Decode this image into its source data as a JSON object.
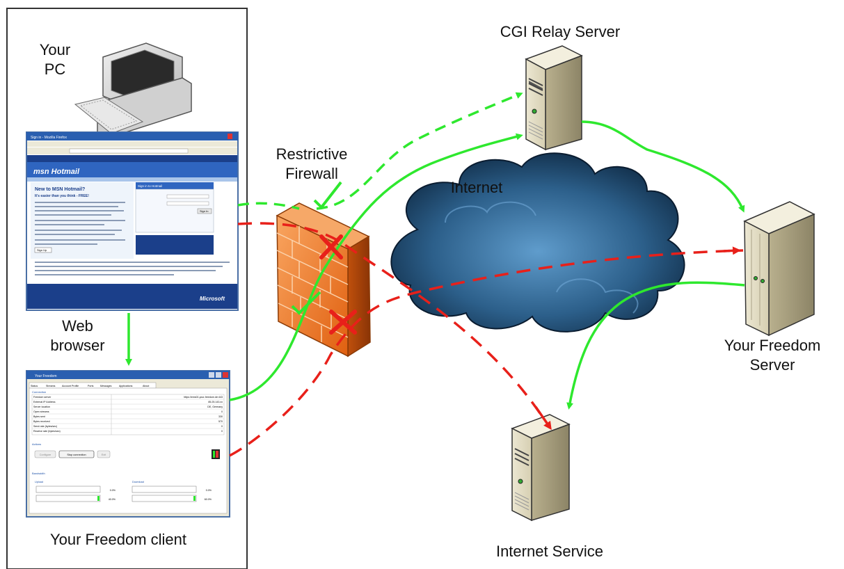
{
  "labels": {
    "your_pc_line1": "Your",
    "your_pc_line2": "PC",
    "web_browser_line1": "Web",
    "web_browser_line2": "browser",
    "client": "Your Freedom client",
    "firewall_line1": "Restrictive",
    "firewall_line2": "Firewall",
    "cgi_relay": "CGI Relay Server",
    "internet": "Internet",
    "yf_server_line1": "Your Freedom",
    "yf_server_line2": "Server",
    "internet_service": "Internet Service"
  },
  "browser_window": {
    "title": "Sign in - Mozilla Firefox",
    "brand": "msn Hotmail",
    "heading": "New to MSN Hotmail?",
    "subheading": "It's easier than you think - FREE!",
    "signin_header": "Sign in to Hotmail",
    "signin_button": "Sign In",
    "signup_button": "Sign Up",
    "footer_brand": "Microsoft"
  },
  "client_window": {
    "title": "Your Freedom",
    "tabs": [
      "Status",
      "Streams",
      "Account Profile",
      "Ports",
      "Messages",
      "Applications",
      "About"
    ],
    "section_connection": "Connection",
    "rows": [
      {
        "key": "Freedom server",
        "value": "https://ems01.your-freedom.de:443"
      },
      {
        "key": "External IP Address",
        "value": "85.25.143.xx"
      },
      {
        "key": "Server location",
        "value": "DE, Germany"
      },
      {
        "key": "Open streams",
        "value": "0"
      },
      {
        "key": "Bytes sent",
        "value": "330"
      },
      {
        "key": "Bytes received",
        "value": "570"
      },
      {
        "key": "Send rate (bytes/sec)",
        "value": "0"
      },
      {
        "key": "Receive rate (bytes/sec)",
        "value": "0"
      }
    ],
    "section_actions": "Actions",
    "btn_configure": "Configure",
    "btn_stop": "Stop connection",
    "btn_exit": "Exit",
    "section_bandwidth": "Bandwidth",
    "upload_label": "Upload",
    "download_label": "Download",
    "upload_pct1": "0.0%",
    "upload_pct2": "40.0%",
    "download_pct1": "0.0%",
    "download_pct2": "60.0%"
  },
  "colors": {
    "allowed_path": "#2ee82e",
    "blocked_path": "#e8201a",
    "firewall": "#f07a22",
    "cloud": "#1e4a6e"
  }
}
